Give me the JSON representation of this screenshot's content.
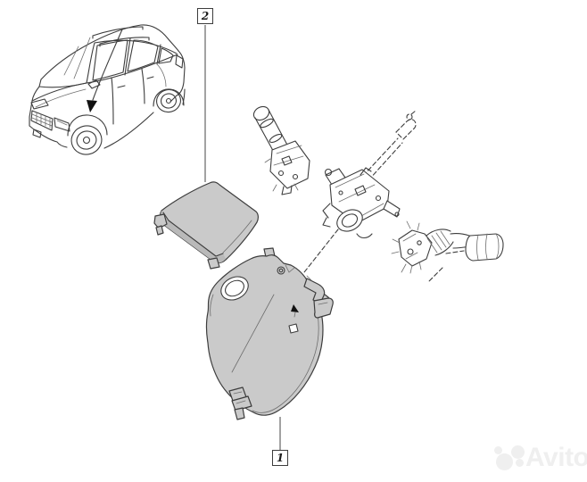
{
  "callouts": [
    {
      "id": "callout-1",
      "label": "1"
    },
    {
      "id": "callout-2",
      "label": "2"
    }
  ],
  "watermark": {
    "text": "Avito"
  },
  "colors": {
    "background": "#ffffff",
    "line": "#3d3d3d",
    "line_soft": "#6e6e6e",
    "part_fill": "#cacaca",
    "part_shade": "#b9b9b9",
    "leader": "#8a8a8a",
    "callout_text": "#1a1a1a",
    "callout_border": "#3d3d3d",
    "arrow_black": "#111111",
    "watermark": "#efefef"
  }
}
